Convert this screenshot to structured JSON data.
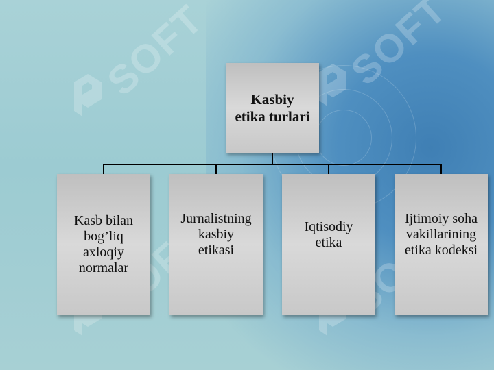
{
  "root": {
    "label": "Kasbiy\netika turlari",
    "line1": "Kasbiy",
    "line2": "etika turlari"
  },
  "children": [
    {
      "lines": [
        "Kasb bilan",
        "bog’liq",
        "axloqiy",
        "normalar"
      ]
    },
    {
      "lines": [
        "Jurnalistning",
        "kasbiy",
        "etikasi"
      ]
    },
    {
      "lines": [
        "Iqtisodiy",
        "etika"
      ]
    },
    {
      "lines": [
        "Ijtimoiy soha",
        "vakillarining",
        "etika kodeksi"
      ]
    }
  ],
  "watermark": {
    "text": "SOFT"
  },
  "colors": {
    "box_fill": "#d0d0d0",
    "connector": "#000000",
    "bg": "#a9d2d7",
    "accent_blue": "#3f7fb4"
  }
}
